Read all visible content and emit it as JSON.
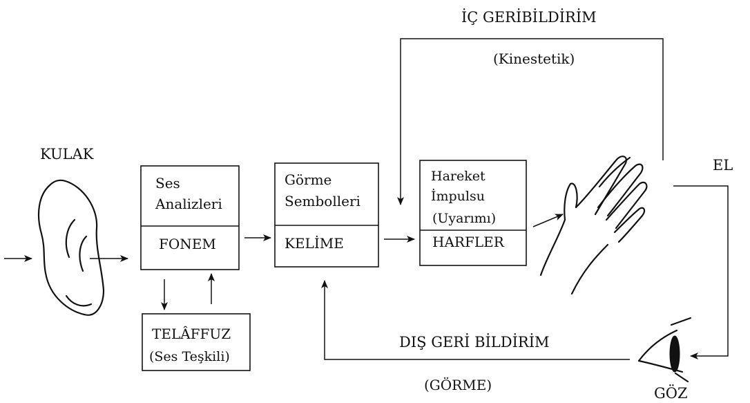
{
  "labels": {
    "kulak": "KULAK",
    "ic_geribildirim": "İÇ GERİBİLDİRİM",
    "kinestetik": "(Kinestetik)",
    "el": "EL",
    "dis_geri_bildirim": "DIŞ GERİ BİLDİRİM",
    "gorme_feedback": "(GÖRME)",
    "goz": "GÖZ"
  },
  "boxes": {
    "ses_analizleri": {
      "line1": "Ses",
      "line2": "Analizleri",
      "bottom": "FONEM"
    },
    "gorme_sembolleri": {
      "line1": "Görme",
      "line2": "Sembolleri",
      "bottom": "KELİME"
    },
    "hareket_impulsu": {
      "line1": "Hareket",
      "line2": "İmpulsu",
      "line3": "(Uyarımı)",
      "bottom": "HARFLER"
    },
    "telaffuz": {
      "line1": "TELÂFFUZ",
      "line2": "(Ses Teşkili)"
    }
  }
}
